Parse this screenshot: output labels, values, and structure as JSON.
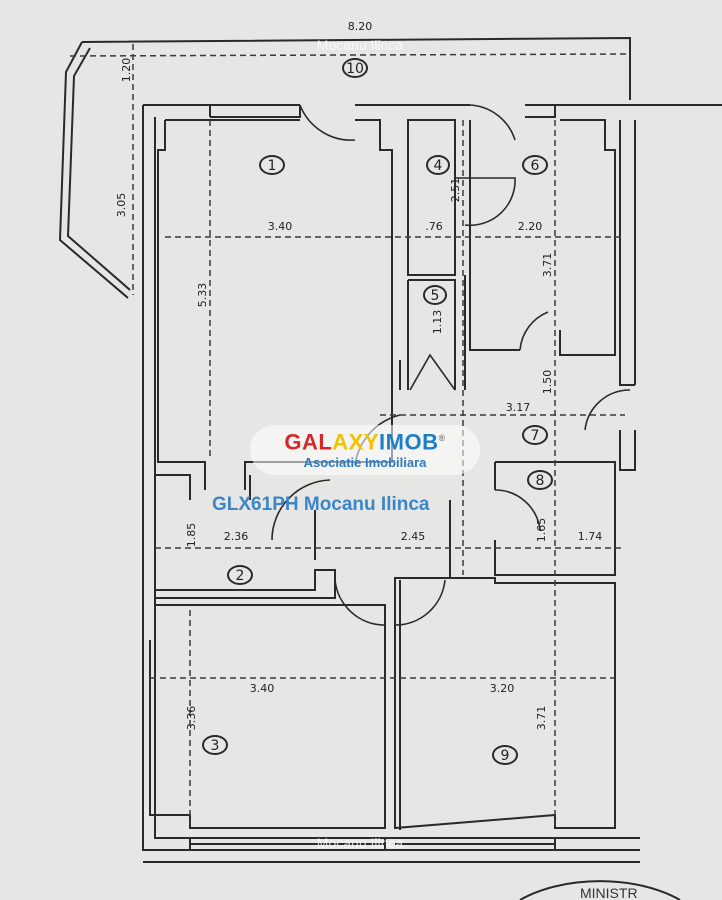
{
  "rooms": [
    "1",
    "2",
    "3",
    "4",
    "5",
    "6",
    "7",
    "8",
    "9",
    "10"
  ],
  "dimensions": {
    "balcony_length": "8.20",
    "balcony_depth": "1.20",
    "balcony_side": "3.05",
    "room1_width": "3.40",
    "room1_length": "5.33",
    "room4_width": ".76",
    "room4_length": "2.51",
    "room5_length": "1.13",
    "room6_width": "2.20",
    "room6_length": "3.71",
    "hall_width": "3.17",
    "hall_depth": "1.50",
    "room2_depth": "1.85",
    "room2_width": "2.36",
    "corridor_width": "2.45",
    "room8_depth": "1.65",
    "room8_width": "1.74",
    "room3_width": "3.40",
    "room3_length": "3.36",
    "room9_width": "3.20",
    "room9_length": "3.71"
  },
  "watermark": {
    "brand": {
      "part1": "GAL",
      "part2": "AXY",
      "part3": "IMOB",
      "registered": "®"
    },
    "subtitle": "Asociatie Imobiliara",
    "agent": "GLX61PH Mocanu Ilinca",
    "faint_text": "Mocanu Ilinca",
    "colors": {
      "red": "#d62828",
      "yellow": "#f2c200",
      "blue": "#1e7fc8"
    }
  },
  "stamp_text": "MINISTR"
}
